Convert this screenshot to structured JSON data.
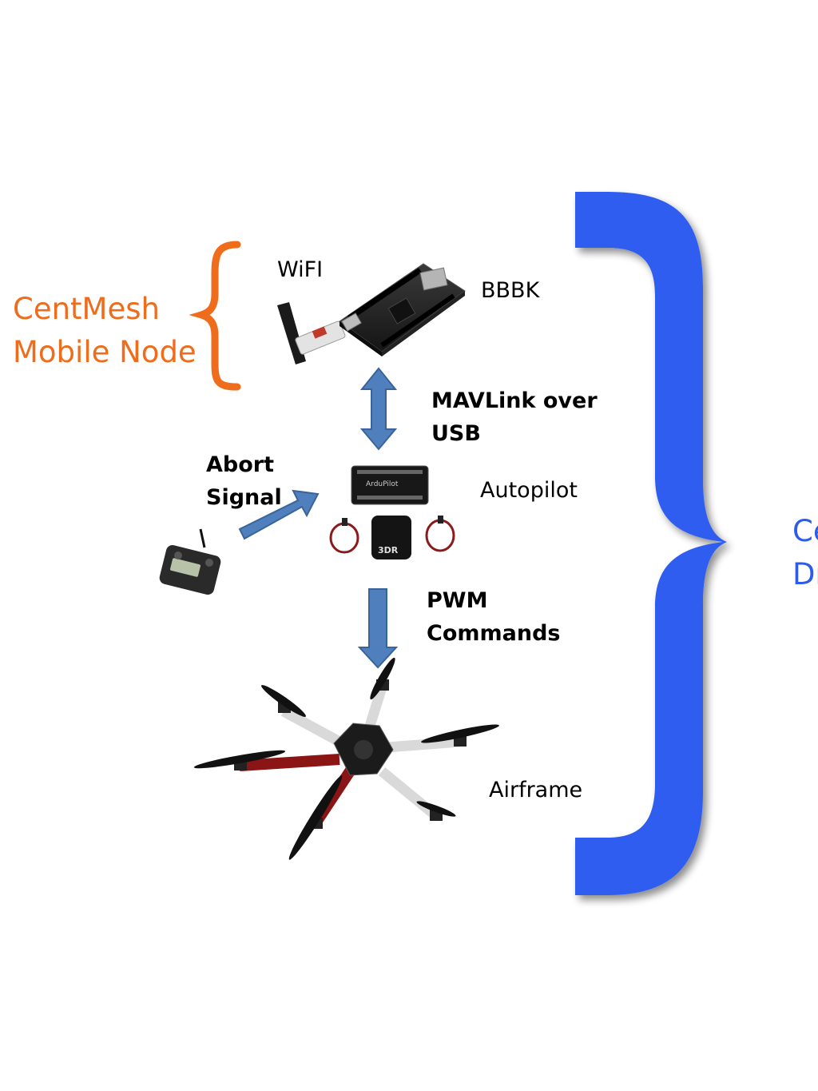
{
  "group_label": {
    "lines": [
      "CentMesh",
      "Mobile Node"
    ],
    "color": "#ee6c1b"
  },
  "right_label_partial": {
    "lines": [
      "Ce",
      "Dr"
    ],
    "color": "#2d5bea"
  },
  "labels": {
    "wifi": "WiFI",
    "bbbk": "BBBK",
    "mavlink": [
      "MAVLink over",
      "USB"
    ],
    "abort": [
      "Abort",
      "Signal"
    ],
    "autopilot": "Autopilot",
    "pwm": [
      "PWM",
      "Commands"
    ],
    "airframe": "Airframe"
  },
  "colors": {
    "orange_brace": "#ee6c1b",
    "blue_brace": "#2d5df0",
    "arrow_fill": "#4f80bd",
    "arrow_stroke": "#3a6499"
  },
  "icons": [
    "wifi-adapter-icon",
    "beaglebone-board-icon",
    "autopilot-board-icon",
    "rc-transmitter-icon",
    "hexacopter-icon"
  ]
}
